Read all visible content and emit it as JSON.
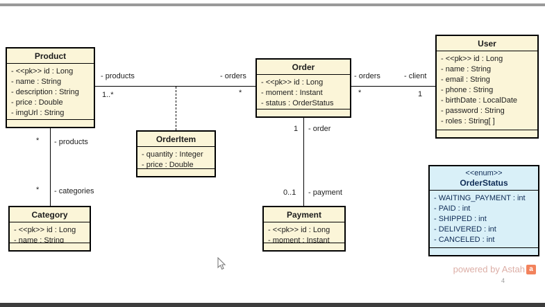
{
  "diagram": {
    "type": "uml-class-diagram",
    "colors": {
      "class_fill": "#fbf5d8",
      "class_border": "#000000",
      "enum_fill": "#d9f0f8",
      "enum_text": "#0e2b55",
      "top_bar": "#999999",
      "bottom_bar": "#3c3c3c"
    }
  },
  "classes": {
    "product": {
      "name": "Product",
      "attributes": [
        "- <<pk>> id : Long",
        "- name : String",
        "- description : String",
        "- price : Double",
        "- imgUrl : String"
      ]
    },
    "orderitem": {
      "name": "OrderItem",
      "attributes": [
        "- quantity : Integer",
        "- price : Double"
      ]
    },
    "category": {
      "name": "Category",
      "attributes": [
        "- <<pk>> id : Long",
        "- name : String"
      ]
    },
    "order": {
      "name": "Order",
      "attributes": [
        "- <<pk>> id : Long",
        "- moment : Instant",
        "- status : OrderStatus"
      ]
    },
    "payment": {
      "name": "Payment",
      "attributes": [
        "- <<pk>> id : Long",
        "- moment : Instant"
      ]
    },
    "user": {
      "name": "User",
      "attributes": [
        "- <<pk>> id : Long",
        "- name : String",
        "- email : String",
        "- phone : String",
        "- birthDate : LocalDate",
        "- password : String",
        "- roles : String[ ]"
      ]
    },
    "orderstatus": {
      "stereotype": "<<enum>>",
      "name": "OrderStatus",
      "attributes": [
        "- WAITING_PAYMENT : int",
        "- PAID : int",
        "- SHIPPED : int",
        "- DELIVERED : int",
        "- CANCELED : int"
      ]
    }
  },
  "associations": {
    "product_order": {
      "source_role": "- products",
      "source_mult": "1..*",
      "target_role": "- orders",
      "target_mult": "*",
      "association_class": "OrderItem"
    },
    "order_user": {
      "source_role": "- orders",
      "source_mult": "*",
      "target_role": "- client",
      "target_mult": "1"
    },
    "order_payment": {
      "source_role": "- order",
      "source_mult": "1",
      "target_role": "- payment",
      "target_mult": "0..1"
    },
    "product_category": {
      "source_role": "- products",
      "source_mult": "*",
      "target_role": "- categories",
      "target_mult": "*"
    }
  },
  "watermark": {
    "text": "powered by Astah",
    "logo_letter": "a",
    "page_number": "4"
  }
}
